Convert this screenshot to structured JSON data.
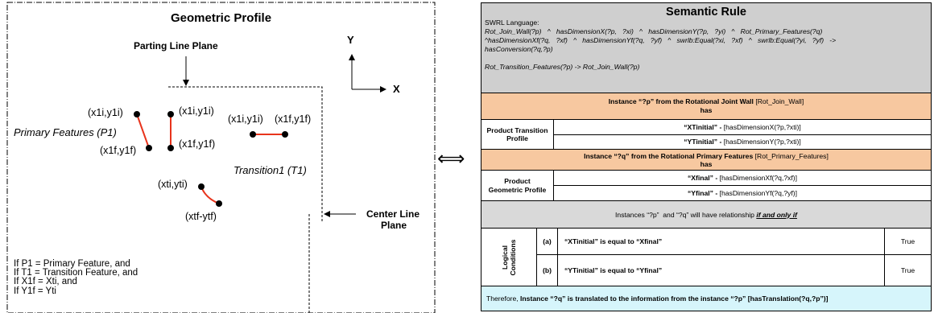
{
  "geometric_profile": {
    "title": "Geometric Profile",
    "parting_line_plane": "Parting Line Plane",
    "center_line_plane": [
      "Center Line",
      "Plane"
    ],
    "axis_y": "Y",
    "axis_x": "X",
    "primary_features": "Primary Features (P1)",
    "transition": "Transition1 (T1)",
    "points": {
      "p1_left_top": "(x1i,y1i)",
      "p1_left_bottom": "(x1f,y1f)",
      "p1_mid_top": "(x1i,y1i)",
      "p1_mid_bottom": "(x1f,y1f)",
      "p1_right_left": "(x1i,y1i)",
      "p1_right_right": "(x1f,y1f)",
      "t1_start": "(xti,yti)",
      "t1_end": "(xtf-ytf)"
    },
    "conditions": [
      "If P1 = Primary Feature, and",
      "If T1 = Transition Feature, and",
      "If X1f = Xti, and",
      "If Y1f = Yti"
    ],
    "colors": {
      "feature_line": "#e8341c"
    }
  },
  "double_arrow": "⟺",
  "semantic_rule": {
    "title": "Semantic Rule",
    "swrl_label": "SWRL Language:",
    "swrl_lines": [
      "Rot_Join_Wall(?p)   ^   hasDimensionX(?p,   ?xi)   ^   hasDimensionY(?p,   ?yi)   ^   Rot_Primary_Features(?q)",
      "^hasDimensionXf(?q,   ?xf)   ^   hasDimensionYf(?q,   ?yf)   ^   swrlb:Equal(?xi,   ?xf)   ^   swrlb:Equal(?yi,   ?yf)   ->",
      "hasConversion(?q,?p)"
    ],
    "swrl_rule2": "Rot_Transition_Features(?p) -> Rot_Join_Wall(?p)",
    "instance_p": {
      "bold": "Instance “?p” from the Rotational Joint Wall",
      "plain": " [Rot_Join_Wall]",
      "has": "has"
    },
    "product_transition_profile": "Product Transition Profile",
    "p_props": [
      {
        "name": "“XTinitial” -",
        "value": " [hasDimensionX(?p,?xti)]"
      },
      {
        "name": "“YTinitial” -",
        "value": " [hasDimensionY(?p,?xti)]"
      }
    ],
    "instance_q": {
      "bold": "Instance “?q” from the Rotational Primary Features",
      "plain": " [Rot_Primary_Features]",
      "has": "has"
    },
    "product_geometric_profile": "Product Geometric Profile",
    "q_props": [
      {
        "name": "“Xfinal” -",
        "value": " [hasDimensionXf(?q,?xf)]"
      },
      {
        "name": "“Yfinal” -",
        "value": " [hasDimensionYf(?q,?yf)]"
      }
    ],
    "relationship_plain": "Instances “?p”  and “?q” will have relationship ",
    "relationship_emph": "if and only if",
    "logical_conditions": "Logical Conditions",
    "conditions": [
      {
        "id": "(a)",
        "text": "“XTinitial” is equal to “Xfinal”",
        "result": "True"
      },
      {
        "id": "(b)",
        "text": "“YTinitial” is equal to “Yfinal”",
        "result": "True"
      }
    ],
    "conclusion_plain": "Therefore, ",
    "conclusion_bold": "Instance “?q” is translated to the information from the instance “?p” [hasTranslation(?q,?p”)]",
    "colors": {
      "header_gray": "#cfcfcf",
      "orange": "#f7c8a0",
      "light_gray": "#d9d9d9",
      "cyan": "#d6f5fb"
    }
  }
}
